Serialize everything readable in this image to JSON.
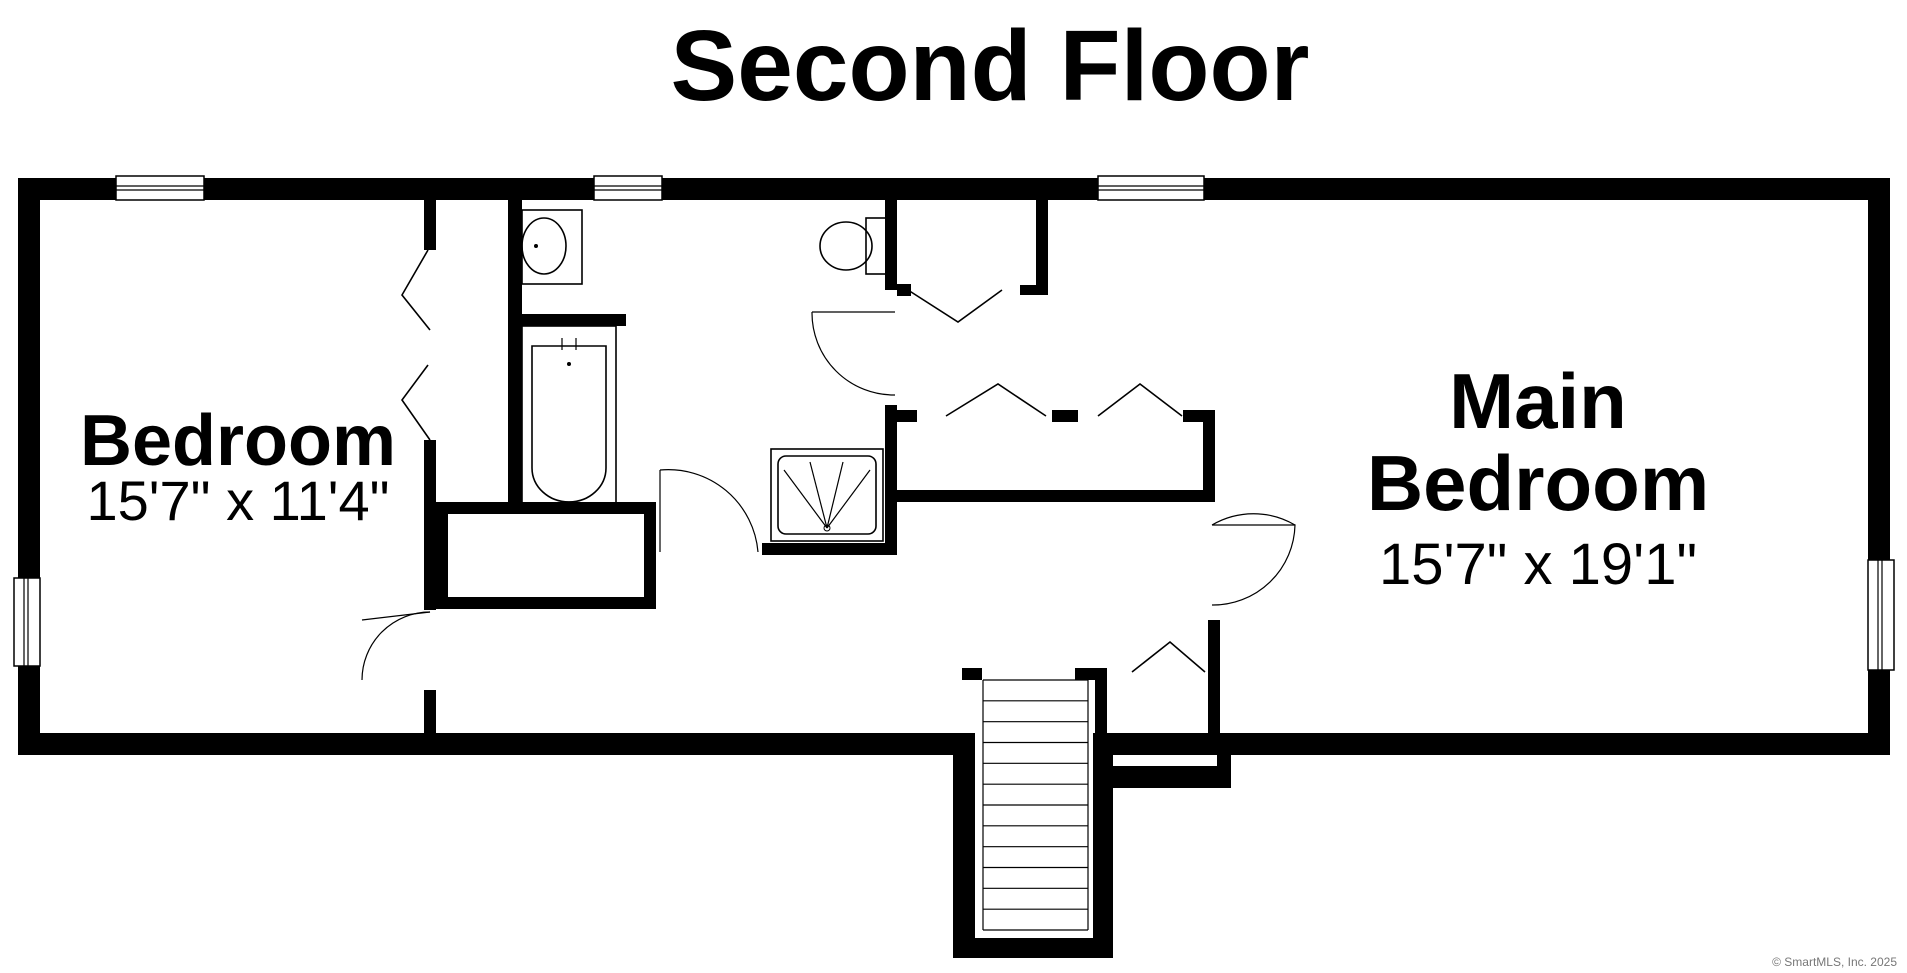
{
  "title": "Second Floor",
  "rooms": {
    "bedroom": {
      "name": "Bedroom",
      "dimensions": "15'7\" x 11'4\""
    },
    "main_bedroom": {
      "name_line1": "Main",
      "name_line2": "Bedroom",
      "dimensions": "15'7\" x 19'1\""
    }
  },
  "copyright": "© SmartMLS, Inc. 2025"
}
